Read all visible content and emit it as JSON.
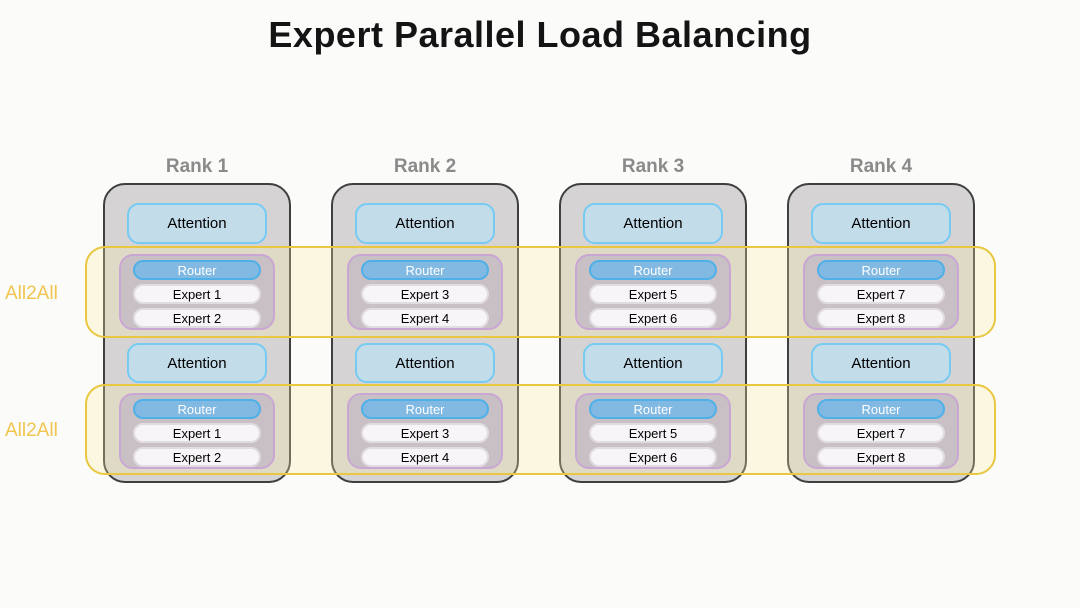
{
  "title": "Expert Parallel Load Balancing",
  "all2all": [
    "All2All",
    "All2All"
  ],
  "ranks": [
    {
      "label": "Rank 1",
      "layers": [
        {
          "attention": "Attention",
          "router": "Router",
          "experts": [
            "Expert 1",
            "Expert 2"
          ]
        },
        {
          "attention": "Attention",
          "router": "Router",
          "experts": [
            "Expert 1",
            "Expert 2"
          ]
        }
      ]
    },
    {
      "label": "Rank 2",
      "layers": [
        {
          "attention": "Attention",
          "router": "Router",
          "experts": [
            "Expert 3",
            "Expert 4"
          ]
        },
        {
          "attention": "Attention",
          "router": "Router",
          "experts": [
            "Expert 3",
            "Expert 4"
          ]
        }
      ]
    },
    {
      "label": "Rank 3",
      "layers": [
        {
          "attention": "Attention",
          "router": "Router",
          "experts": [
            "Expert 5",
            "Expert 6"
          ]
        },
        {
          "attention": "Attention",
          "router": "Router",
          "experts": [
            "Expert 5",
            "Expert 6"
          ]
        }
      ]
    },
    {
      "label": "Rank 4",
      "layers": [
        {
          "attention": "Attention",
          "router": "Router",
          "experts": [
            "Expert 7",
            "Expert 8"
          ]
        },
        {
          "attention": "Attention",
          "router": "Router",
          "experts": [
            "Expert 7",
            "Expert 8"
          ]
        }
      ]
    }
  ],
  "colors": {
    "band_border": "#e9c741",
    "band_fill": "rgba(250,238,160,0.28)",
    "all2all_text": "#f0c54e",
    "rank_fill": "#d5d3d4",
    "rank_border": "#3f3f3f",
    "rank_label": "#8a8a8a",
    "attention_fill": "#c3dcea",
    "attention_border": "#76cbf2",
    "moe_fill": "#c9c0c6",
    "moe_border": "#c9a6d3",
    "router_fill": "#82b9e2",
    "router_border": "#4fb0e8",
    "expert_fill": "#f7f5f7",
    "title_text": "#141414"
  }
}
